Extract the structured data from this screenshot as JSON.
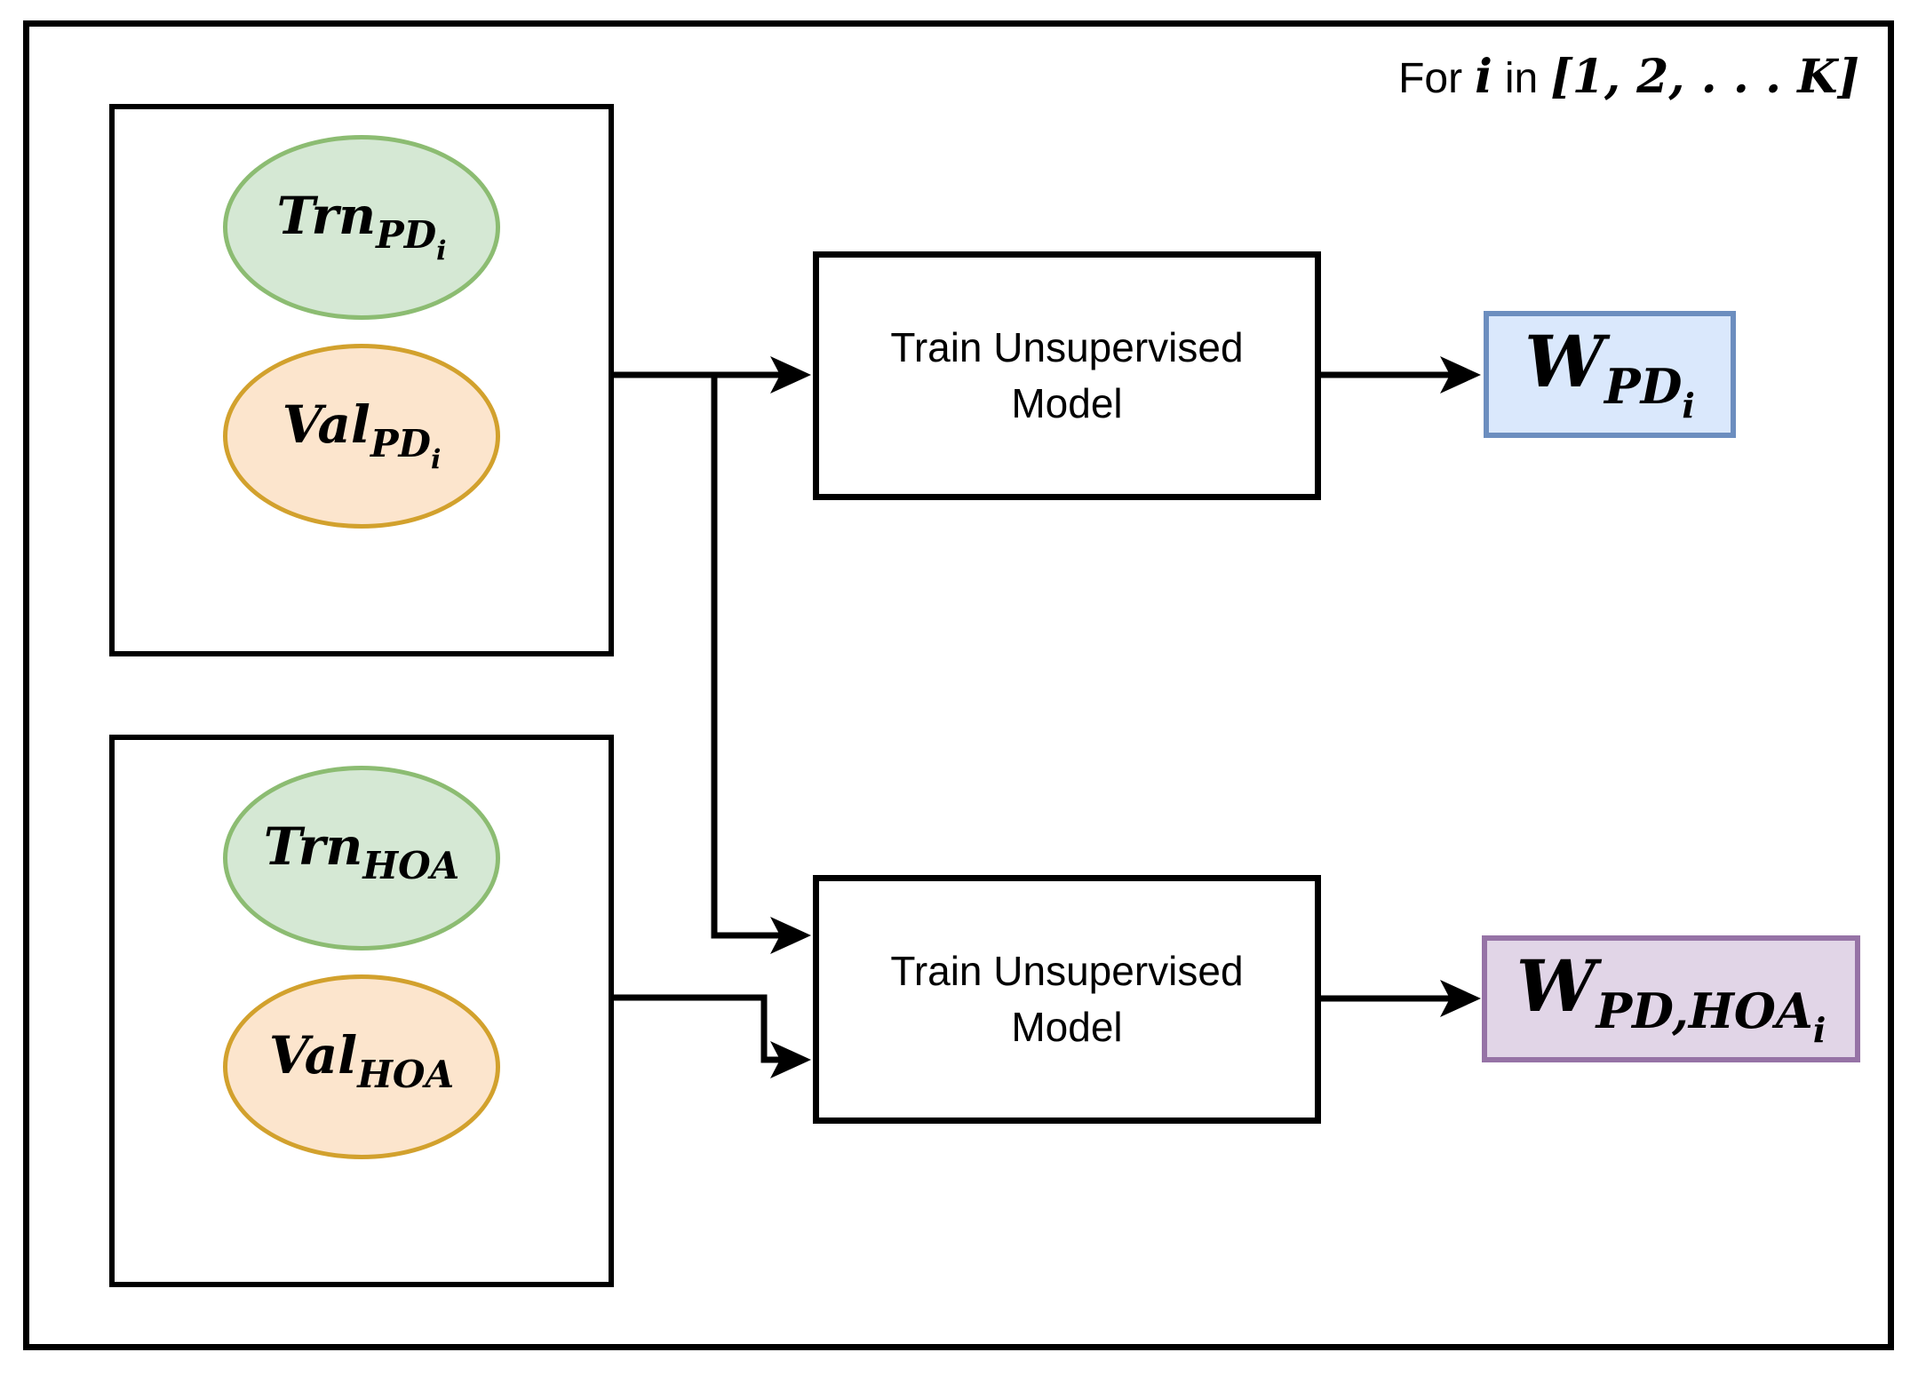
{
  "figure": {
    "type": "training-pipeline-flowchart",
    "loop_label": {
      "prefix": "For",
      "variable": "i",
      "middle": "in",
      "range": "[1, 2, . . . K]"
    },
    "nodes": {
      "trn_pd": {
        "base": "Trn",
        "sub": "PD",
        "subsub": "i"
      },
      "val_pd": {
        "base": "Val",
        "sub": "PD",
        "subsub": "i"
      },
      "trn_hoa": {
        "base": "Trn",
        "sub": "HOA",
        "subsub": ""
      },
      "val_hoa": {
        "base": "Val",
        "sub": "HOA",
        "subsub": ""
      },
      "process_top": {
        "line1": "Train Unsupervised",
        "line2": "Model"
      },
      "process_bottom": {
        "line1": "Train Unsupervised",
        "line2": "Model"
      },
      "w_pd": {
        "base": "W",
        "sub": "PD",
        "subsub": "i"
      },
      "w_pd_hoa": {
        "base": "W",
        "sub": "PD,HOA",
        "subsub": "i"
      }
    }
  },
  "colors": {
    "green_fill": "#d5e8d4",
    "green_stroke": "#8cbc72",
    "orange_fill": "#fce5cd",
    "orange_stroke": "#d2a12d",
    "blue_fill": "#dae8fc",
    "blue_stroke": "#6c8ebf",
    "purple_fill": "#e1d5e7",
    "purple_stroke": "#9673a6"
  }
}
